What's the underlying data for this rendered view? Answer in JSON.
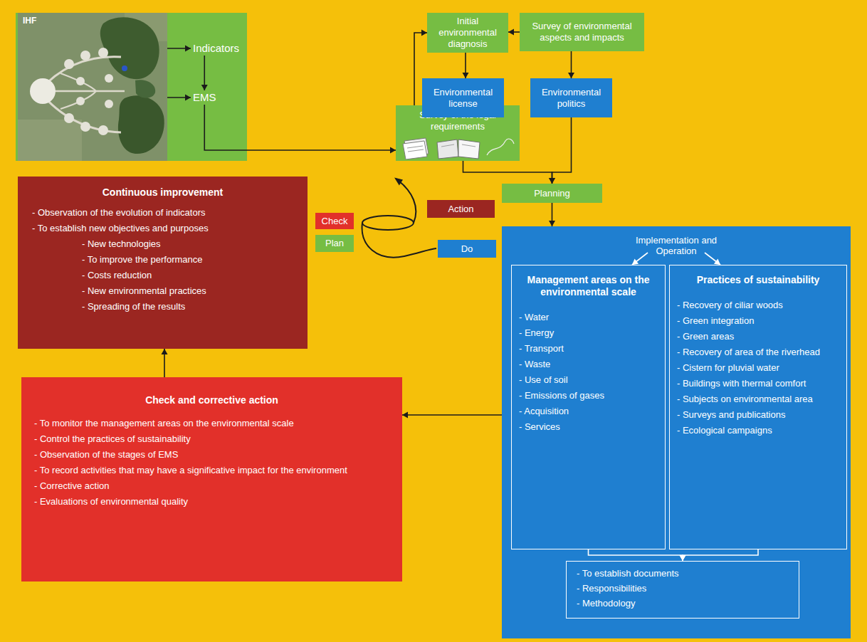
{
  "diagram": {
    "nodes": [
      {
        "text": [
          "IHF"
        ]
      },
      {
        "text": [
          "Indicators"
        ]
      },
      {
        "text": [
          "EMS"
        ]
      },
      {
        "text": [
          "Survey of the legal requirements"
        ]
      },
      {
        "text": [
          "Initial environmental diagnosis"
        ]
      },
      {
        "text": [
          "Survey of environmental aspects and impacts"
        ]
      },
      {
        "text": [
          "Environmental license"
        ]
      },
      {
        "text": [
          "Environmental politics"
        ]
      },
      {
        "text": [
          "Planning"
        ]
      },
      {
        "text": [
          "Implementation and Operation"
        ]
      },
      {
        "text": [
          "Management areas on the environmental scale",
          "- Water",
          "- Energy",
          "- Transport",
          "- Waste",
          "- Use of soil",
          "- Emissions of gases",
          "- Acquisition",
          "- Services"
        ],
        "in": 9
      },
      {
        "text": [
          "Practices of sustainability",
          "- Recovery of ciliar woods",
          "- Green integration",
          "- Green areas",
          "- Recovery of area of the riverhead",
          "- Cistern for pluvial water",
          "- Buildings with thermal comfort",
          "- Subjects on environmental area",
          "- Surveys and publications",
          "- Ecological campaigns"
        ],
        "in": 9
      },
      {
        "text": [
          "- To establish documents",
          "- Responsibilities",
          "- Methodology"
        ],
        "in": 9
      },
      {
        "text": [
          "Check and corrective action",
          "- To monitor the management areas on the environmental scale",
          "- Control the practices of sustainability",
          "- Observation of the stages of EMS",
          "- To record activities that may have a significative impact for the environment",
          "- Corrective action",
          "- Evaluations of environmental quality"
        ]
      },
      {
        "text": [
          "Continuous improvement",
          "- Observation of the evolution of indicators",
          "- To establish new objectives and purposes",
          "- New technologies",
          "- To improve the performance",
          "- Costs reduction",
          "- New environmental practices",
          "- Spreading of the results"
        ]
      },
      {
        "text": [
          "Action"
        ]
      },
      {
        "text": [
          "Check"
        ]
      },
      {
        "text": [
          "Plan"
        ]
      },
      {
        "text": [
          "Do"
        ]
      }
    ],
    "edges": [
      {
        "from": 0,
        "to": 1,
        "arrow": "to"
      },
      {
        "from": 0,
        "to": 2,
        "arrow": "to"
      },
      {
        "from": 1,
        "to": 2,
        "arrow": "to"
      },
      {
        "from": 2,
        "to": 3,
        "arrow": "to"
      },
      {
        "from": 3,
        "to": 4,
        "arrow": "to"
      },
      {
        "from": 5,
        "to": 4,
        "arrow": "to"
      },
      {
        "from": 4,
        "to": 6,
        "arrow": "to"
      },
      {
        "from": 5,
        "to": 7,
        "arrow": "to"
      },
      {
        "from": 6,
        "to": 8,
        "arrow": "to"
      },
      {
        "from": 7,
        "to": 8,
        "arrow": "to"
      },
      {
        "from": 8,
        "to": 9,
        "arrow": "to"
      },
      {
        "from": 9,
        "to": 10,
        "arrow": "to"
      },
      {
        "from": 9,
        "to": 11,
        "arrow": "to"
      },
      {
        "from": 10,
        "to": 12,
        "arrow": "to"
      },
      {
        "from": 11,
        "to": 12,
        "arrow": "to"
      },
      {
        "from": 9,
        "to": 13,
        "arrow": "to"
      },
      {
        "from": 13,
        "to": 14,
        "arrow": "to"
      }
    ]
  }
}
